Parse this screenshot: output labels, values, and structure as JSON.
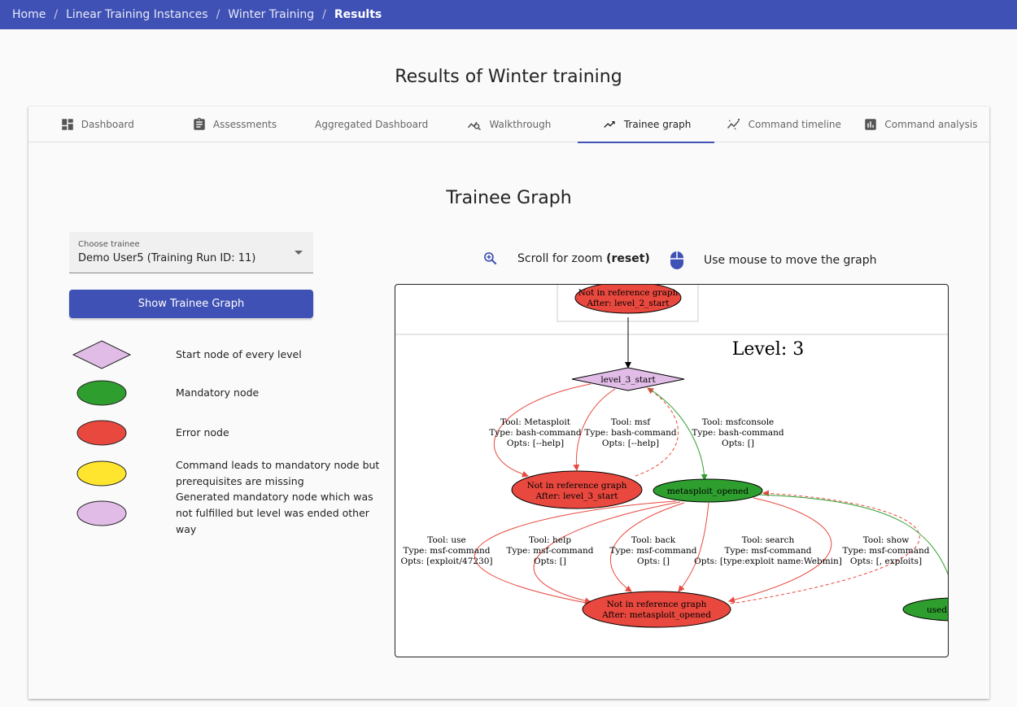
{
  "breadcrumb": [
    "Home",
    "Linear Training Instances",
    "Winter Training",
    "Results"
  ],
  "page_title": "Results of Winter training",
  "tabs": [
    {
      "label": "Dashboard",
      "icon": "dashboard-icon",
      "active": false
    },
    {
      "label": "Assessments",
      "icon": "assignment-icon",
      "active": false
    },
    {
      "label": "Aggregated Dashboard",
      "icon": "",
      "active": false
    },
    {
      "label": "Walkthrough",
      "icon": "query-stats-icon",
      "active": false
    },
    {
      "label": "Trainee graph",
      "icon": "trending-up-icon",
      "active": true
    },
    {
      "label": "Command timeline",
      "icon": "timeline-icon",
      "active": false
    },
    {
      "label": "Command analysis",
      "icon": "analytics-icon",
      "active": false
    }
  ],
  "section_title": "Trainee Graph",
  "trainee_select": {
    "label": "Choose trainee",
    "value": "Demo User5 (Training Run ID: 11)"
  },
  "show_button": "Show Trainee Graph",
  "legend": [
    {
      "shape": "diamond",
      "color": "#e0bce6",
      "text": "Start node of every level"
    },
    {
      "shape": "ellipse",
      "color": "#2e9e2e",
      "text": "Mandatory node"
    },
    {
      "shape": "ellipse",
      "color": "#e8483e",
      "text": "Error node"
    },
    {
      "shape": "ellipse",
      "color": "#ffe52e",
      "text": "Command leads to mandatory node but prerequisites are missing"
    },
    {
      "shape": "ellipse",
      "color": "#e0bce6",
      "text": "Generated mandatory node which was not fulfilled but level was ended other way"
    }
  ],
  "hints": {
    "zoom_prefix": "Scroll for zoom ",
    "zoom_reset": "(reset)",
    "move": "Use mouse to move the graph"
  },
  "colors": {
    "primary": "#3f51b5",
    "error": "#e8483e",
    "mandatory": "#2e9e2e",
    "start": "#e0bce6"
  },
  "graph": {
    "level_label": "Level: 3",
    "nodes": {
      "prev": [
        "Not in reference graph",
        "After: level_2_start"
      ],
      "start": "level_3_start",
      "err1": [
        "Not in reference graph",
        "After: level_3_start"
      ],
      "msf": "metasploit_opened",
      "err2": [
        "Not in reference graph",
        "After: metasploit_opened"
      ],
      "used": "used_"
    },
    "edges": {
      "e_metasploit": [
        "Tool: Metasploit",
        "Type: bash-command",
        "Opts: [--help]"
      ],
      "e_msf": [
        "Tool: msf",
        "Type: bash-command",
        "Opts: [--help]"
      ],
      "e_msfconsole": [
        "Tool: msfconsole",
        "Type: bash-command",
        "Opts: []"
      ],
      "e_use": [
        "Tool: use",
        "Type: msf-command",
        "Opts: [exploit/47230]"
      ],
      "e_help": [
        "Tool: help",
        "Type: msf-command",
        "Opts: []"
      ],
      "e_back": [
        "Tool: back",
        "Type: msf-command",
        "Opts: []"
      ],
      "e_search": [
        "Tool: search",
        "Type: msf-command",
        "Opts: [type:exploit name:Webmin]"
      ],
      "e_show": [
        "Tool: show",
        "Type: msf-command",
        "Opts: [, exploits]"
      ]
    }
  }
}
